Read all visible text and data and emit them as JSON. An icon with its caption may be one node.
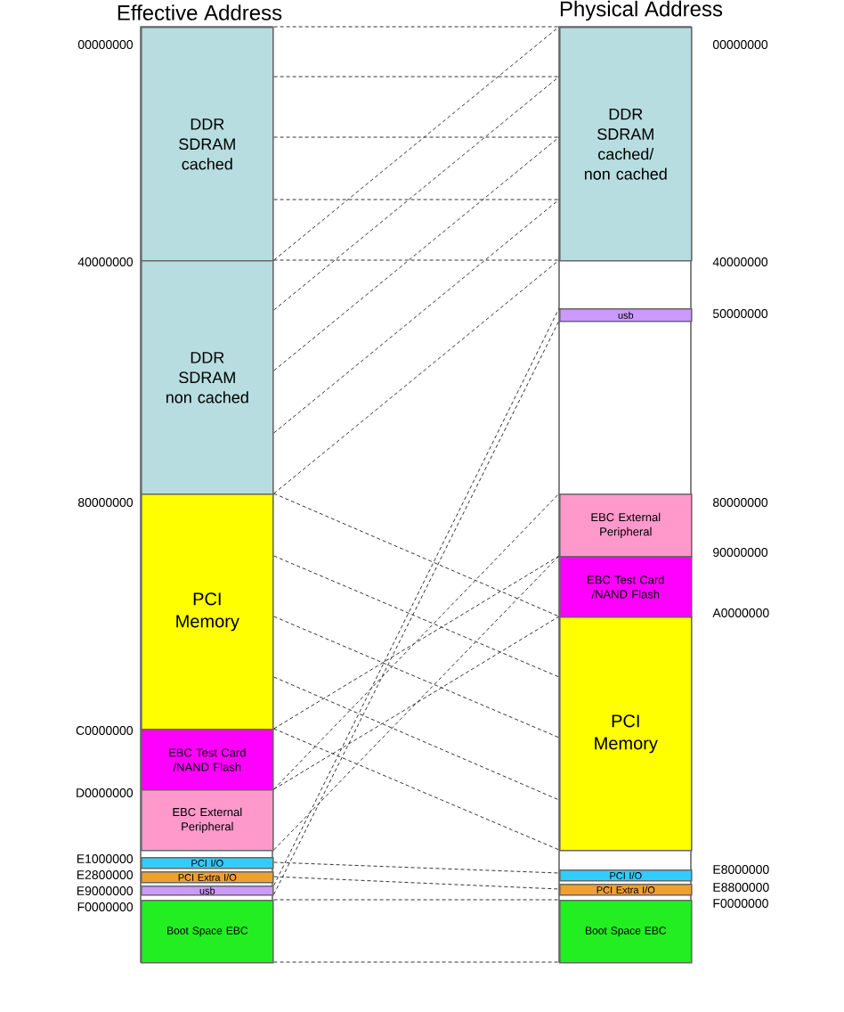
{
  "diagram": {
    "nodes": [
      {
        "text": [
          "DDR SDRAM cached"
        ]
      },
      {
        "text": [
          "DDR SDRAM non cached"
        ]
      },
      {
        "text": [
          "PCI Memory"
        ]
      },
      {
        "text": [
          "EBC Test Card /NAND Flash"
        ]
      },
      {
        "text": [
          "EBC External Peripheral"
        ]
      },
      {
        "text": [
          "PCI I/O"
        ]
      },
      {
        "text": [
          "PCI Extra I/O"
        ]
      },
      {
        "text": [
          "usb"
        ]
      },
      {
        "text": [
          "Boot Space EBC"
        ]
      },
      {
        "text": [
          "DDR SDRAM cached/ non cached"
        ]
      },
      {
        "text": [
          "usb"
        ]
      },
      {
        "text": [
          "EBC External Peripheral"
        ]
      },
      {
        "text": [
          "EBC Test Card /NAND Flash"
        ]
      },
      {
        "text": [
          "PCI Memory"
        ]
      },
      {
        "text": [
          "PCI I/O"
        ]
      },
      {
        "text": [
          "PCI Extra I/O"
        ]
      },
      {
        "text": [
          "Boot Space EBC"
        ]
      }
    ],
    "edges": [
      {
        "from": 0,
        "to": 9,
        "arrow": "none",
        "style": "dashed"
      },
      {
        "from": 0,
        "to": 9,
        "arrow": "none",
        "style": "dashed"
      },
      {
        "from": 0,
        "to": 9,
        "arrow": "none",
        "style": "dashed"
      },
      {
        "from": 0,
        "to": 9,
        "arrow": "none",
        "style": "dashed"
      },
      {
        "from": 0,
        "to": 9,
        "arrow": "none",
        "style": "dashed"
      },
      {
        "from": 1,
        "to": 9,
        "arrow": "none",
        "style": "dashed"
      },
      {
        "from": 1,
        "to": 9,
        "arrow": "none",
        "style": "dashed"
      },
      {
        "from": 1,
        "to": 9,
        "arrow": "none",
        "style": "dashed"
      },
      {
        "from": 1,
        "to": 9,
        "arrow": "none",
        "style": "dashed"
      },
      {
        "from": 1,
        "to": 9,
        "arrow": "none",
        "style": "dashed"
      },
      {
        "from": 2,
        "to": 13,
        "arrow": "none",
        "style": "dashed"
      },
      {
        "from": 2,
        "to": 13,
        "arrow": "none",
        "style": "dashed"
      },
      {
        "from": 2,
        "to": 13,
        "arrow": "none",
        "style": "dashed"
      },
      {
        "from": 2,
        "to": 13,
        "arrow": "none",
        "style": "dashed"
      },
      {
        "from": 2,
        "to": 13,
        "arrow": "none",
        "style": "dashed"
      },
      {
        "from": 3,
        "to": 12,
        "arrow": "none",
        "style": "dashed"
      },
      {
        "from": 3,
        "to": 12,
        "arrow": "none",
        "style": "dashed"
      },
      {
        "from": 4,
        "to": 11,
        "arrow": "none",
        "style": "dashed"
      },
      {
        "from": 4,
        "to": 11,
        "arrow": "none",
        "style": "dashed"
      },
      {
        "from": 5,
        "to": 14,
        "arrow": "none",
        "style": "dashed"
      },
      {
        "from": 6,
        "to": 15,
        "arrow": "none",
        "style": "dashed"
      },
      {
        "from": 7,
        "to": 10,
        "arrow": "none",
        "style": "dashed"
      },
      {
        "from": 7,
        "to": 10,
        "arrow": "none",
        "style": "dashed"
      },
      {
        "from": 8,
        "to": 16,
        "arrow": "none",
        "style": "dashed"
      },
      {
        "from": 8,
        "to": 16,
        "arrow": "none",
        "style": "dashed"
      }
    ],
    "labels": [
      "Effective Address",
      "Physical Address",
      "00000000",
      "40000000",
      "80000000",
      "C0000000",
      "D0000000",
      "E1000000",
      "E2800000",
      "E9000000",
      "F0000000",
      "00000000",
      "40000000",
      "50000000",
      "80000000",
      "90000000",
      "A0000000",
      "E8000000",
      "E8800000",
      "F0000000"
    ]
  }
}
